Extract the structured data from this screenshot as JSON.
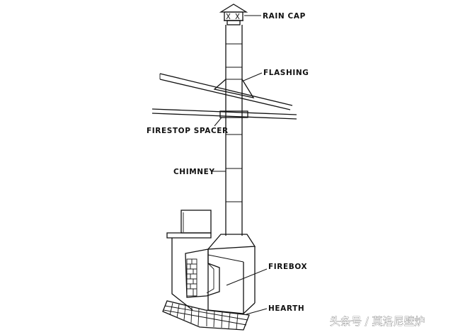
{
  "labels": {
    "rain_cap": "RAIN CAP",
    "flashing": "FLASHING",
    "firestop_spacer": "FIRESTOP SPACER",
    "chimney": "CHIMNEY",
    "firebox": "FIREBOX",
    "hearth": "HEARTH"
  },
  "watermark": "头条号 / 莫洛尼壁炉"
}
